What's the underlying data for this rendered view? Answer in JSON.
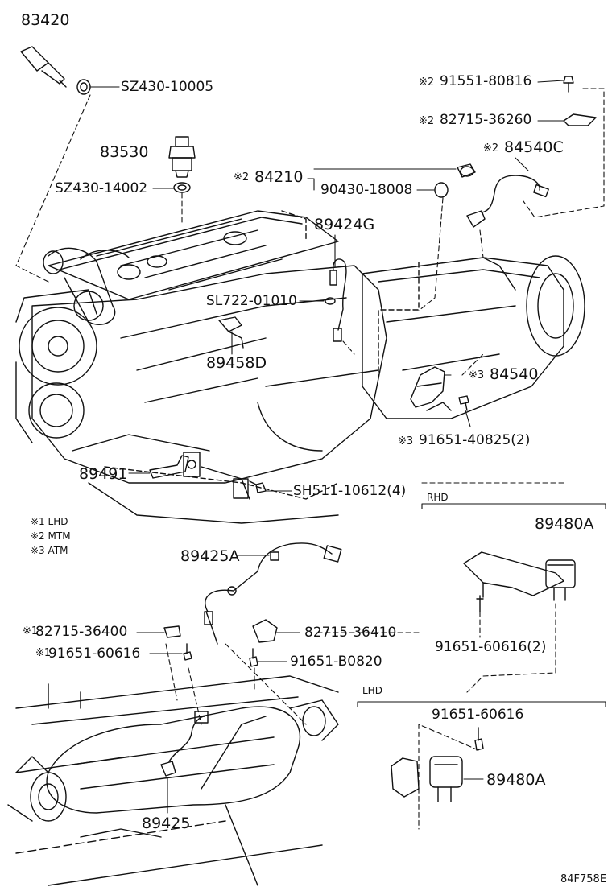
{
  "parts": {
    "p83420": "83420",
    "sz43010005": "SZ430-10005",
    "p83530": "83530",
    "sz43014002": "SZ430-14002",
    "p84210": "84210",
    "p9043018008": "90430-18008",
    "p9155180816": "91551-80816",
    "p8271536260": "82715-36260",
    "p84540C": "84540C",
    "p89424G": "89424G",
    "sl72201010": "SL722-01010",
    "p89458D": "89458D",
    "p84540": "84540",
    "p9165140825": "91651-40825(2)",
    "p89491": "89491",
    "sh51110612": "SH511-10612(4)",
    "p89425A": "89425A",
    "p8271536400": "82715-36400",
    "p9165160616a": "91651-60616",
    "p8271536410": "82715-36410",
    "p91651B0820": "91651-B0820",
    "p89480A_rhd": "89480A",
    "p9165160616_2": "91651-60616(2)",
    "p9165160616_lhd": "91651-60616",
    "p89480A_lhd": "89480A",
    "p89425": "89425"
  },
  "marks": {
    "m2": "※2",
    "m3": "※3",
    "m1": "※1"
  },
  "legend": {
    "l1": "※1 LHD",
    "l2": "※2 MTM",
    "l3": "※3 ATM"
  },
  "sections": {
    "rhd": "RHD",
    "lhd": "LHD"
  },
  "diagram_code": "84F758E"
}
